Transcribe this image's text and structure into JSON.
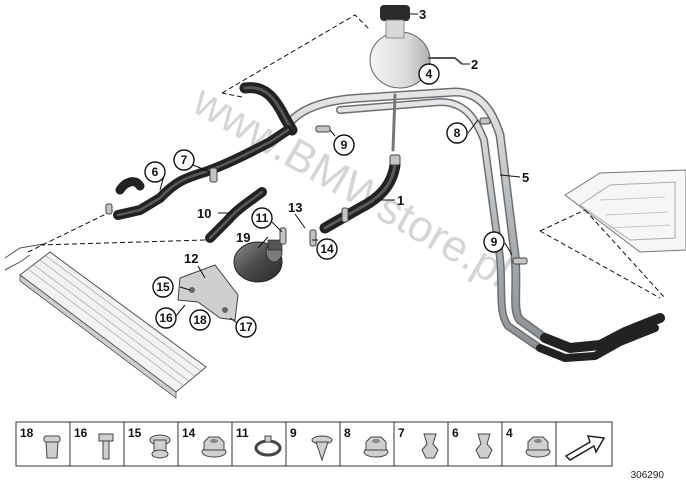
{
  "watermark": "www.BMWstore.pl",
  "diagram_id": "306290",
  "callouts": {
    "c1": "1",
    "c2": "2",
    "c3": "3",
    "c4": "4",
    "c5": "5",
    "c6": "6",
    "c7": "7",
    "c8": "8",
    "c9a": "9",
    "c9b": "9",
    "c10": "10",
    "c11": "11",
    "c12": "12",
    "c13": "13",
    "c14": "14",
    "c15": "15",
    "c16": "16",
    "c17": "17",
    "c18": "18",
    "c19": "19"
  },
  "parts_strip": [
    {
      "num": "18",
      "icon": "push-rivet-icon"
    },
    {
      "num": "16",
      "icon": "bolt-icon"
    },
    {
      "num": "15",
      "icon": "grommet-icon"
    },
    {
      "num": "14",
      "icon": "hex-nut-icon"
    },
    {
      "num": "11",
      "icon": "hose-clamp-icon"
    },
    {
      "num": "9",
      "icon": "expanding-rivet-icon"
    },
    {
      "num": "8",
      "icon": "flange-nut-icon"
    },
    {
      "num": "7",
      "icon": "spring-clip-icon"
    },
    {
      "num": "6",
      "icon": "spring-clip-icon"
    },
    {
      "num": "4",
      "icon": "collar-nut-icon"
    }
  ],
  "colors": {
    "hose": "#222222",
    "pipe": "#b9bcbe",
    "line": "#111111",
    "strip_border": "#333333"
  }
}
